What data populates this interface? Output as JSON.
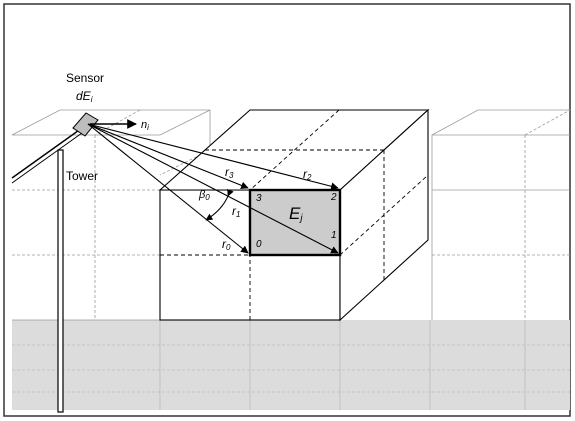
{
  "labels": {
    "sensor": "Sensor",
    "sensor_element": "dE",
    "sensor_element_sub": "i",
    "normal": "n",
    "normal_sub": "i",
    "tower": "Tower",
    "surface": "E",
    "surface_sub": "j",
    "angle": "β",
    "angle_sub": "0",
    "r0": "r",
    "r0_sub": "0",
    "r1": "r",
    "r1_sub": "1",
    "r2": "r",
    "r2_sub": "2",
    "r3": "r",
    "r3_sub": "3",
    "corner0": "0",
    "corner1": "1",
    "corner2": "2",
    "corner3": "3"
  },
  "colors": {
    "frame": "#333333",
    "floor": "#dcdcdc",
    "surface_fill": "#cccccc",
    "line": "#000000",
    "light_line": "#9a9a9a"
  }
}
